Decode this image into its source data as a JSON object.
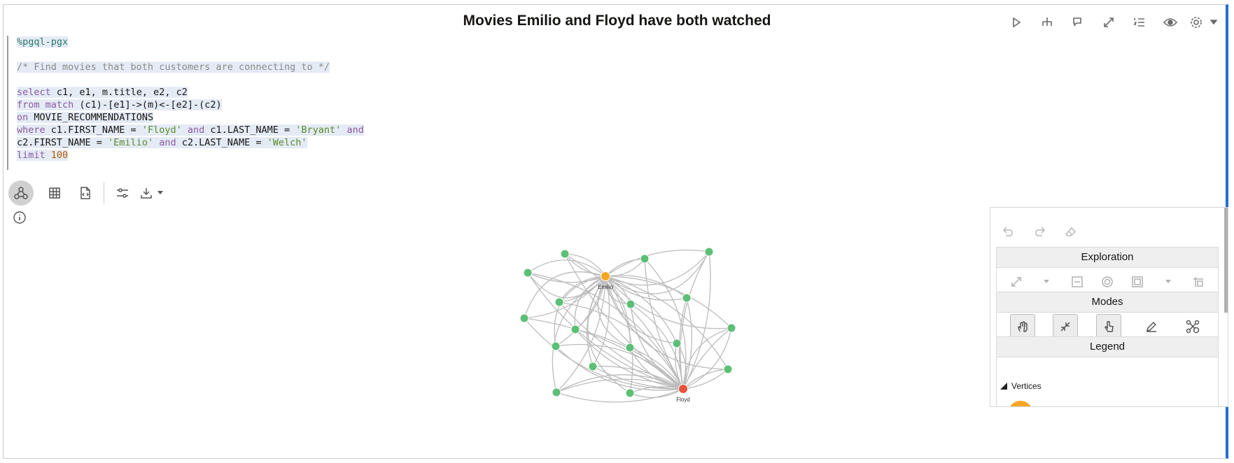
{
  "title": "Movies Emilio and Floyd have both watched",
  "toolbar": {
    "icons": [
      "run-icon",
      "hierarchy-icon",
      "comments-icon",
      "expand-icon",
      "numbered-list-icon",
      "visibility-icon",
      "settings-icon",
      "chevron-down-icon"
    ]
  },
  "code": {
    "interpreter": "%pgql-pgx",
    "comment": "/* Find movies that both customers are connecting to */",
    "select_kw": "select",
    "select_rest": " c1, e1, m.title, e2, c2",
    "from_kw": "from",
    "match_kw": " match",
    "from_rest": " (c1)-[e1]->(m)<-[e2]-(c2)",
    "on_kw": "on",
    "on_rest": " MOVIE_RECOMMENDATIONS",
    "where_kw": "where",
    "where_a": " c1.FIRST_NAME = ",
    "where_s1": "'Floyd'",
    "and1": " and",
    "where_b": " c1.LAST_NAME = ",
    "where_s2": "'Bryant'",
    "and2": " and",
    "line7_a": "c2.FIRST_NAME = ",
    "line7_s1": "'Emilio'",
    "and3": " and",
    "line7_b": " c2.LAST_NAME = ",
    "line7_s2": "'Welch'",
    "limit_kw": "limit",
    "limit_val": " 100"
  },
  "graph": {
    "labels": {
      "emilio": "Emilio",
      "floyd": "Floyd"
    },
    "colors": {
      "customer_emilio": "#f5a623",
      "customer_floyd": "#e8513a",
      "movie": "#5cbf76",
      "edge": "#bcbcbc"
    }
  },
  "panel": {
    "exploration": "Exploration",
    "modes": "Modes",
    "legend": "Legend",
    "vertices": "Vertices"
  }
}
